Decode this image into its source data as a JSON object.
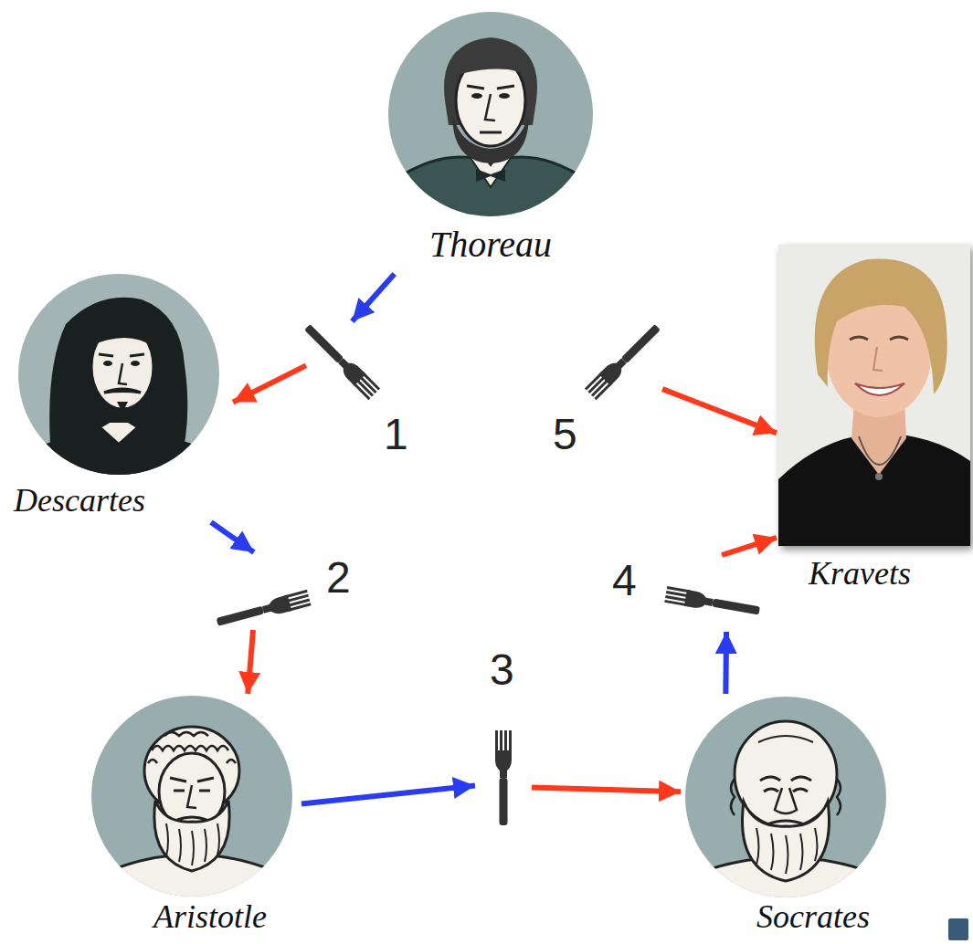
{
  "diagram": {
    "nodes": [
      {
        "text": [
          "Thoreau"
        ]
      },
      {
        "text": [
          "1"
        ]
      },
      {
        "text": [
          "5"
        ]
      },
      {
        "text": [
          "Descartes"
        ]
      },
      {
        "text": [
          "Kravets"
        ]
      },
      {
        "text": [
          "2"
        ]
      },
      {
        "text": [
          "4"
        ]
      },
      {
        "text": [
          "3"
        ]
      },
      {
        "text": [
          "Aristotle"
        ]
      },
      {
        "text": [
          "Socrates"
        ]
      }
    ],
    "edges": [
      {
        "from": 0,
        "to": 1,
        "arrow": "to"
      },
      {
        "from": 1,
        "to": 3,
        "arrow": "to"
      },
      {
        "from": 3,
        "to": 5,
        "arrow": "to"
      },
      {
        "from": 5,
        "to": 8,
        "arrow": "to"
      },
      {
        "from": 8,
        "to": 7,
        "arrow": "to"
      },
      {
        "from": 7,
        "to": 9,
        "arrow": "to"
      },
      {
        "from": 9,
        "to": 6,
        "arrow": "to"
      },
      {
        "from": 6,
        "to": 4,
        "arrow": "to"
      },
      {
        "from": 2,
        "to": 4,
        "arrow": "to"
      }
    ]
  }
}
